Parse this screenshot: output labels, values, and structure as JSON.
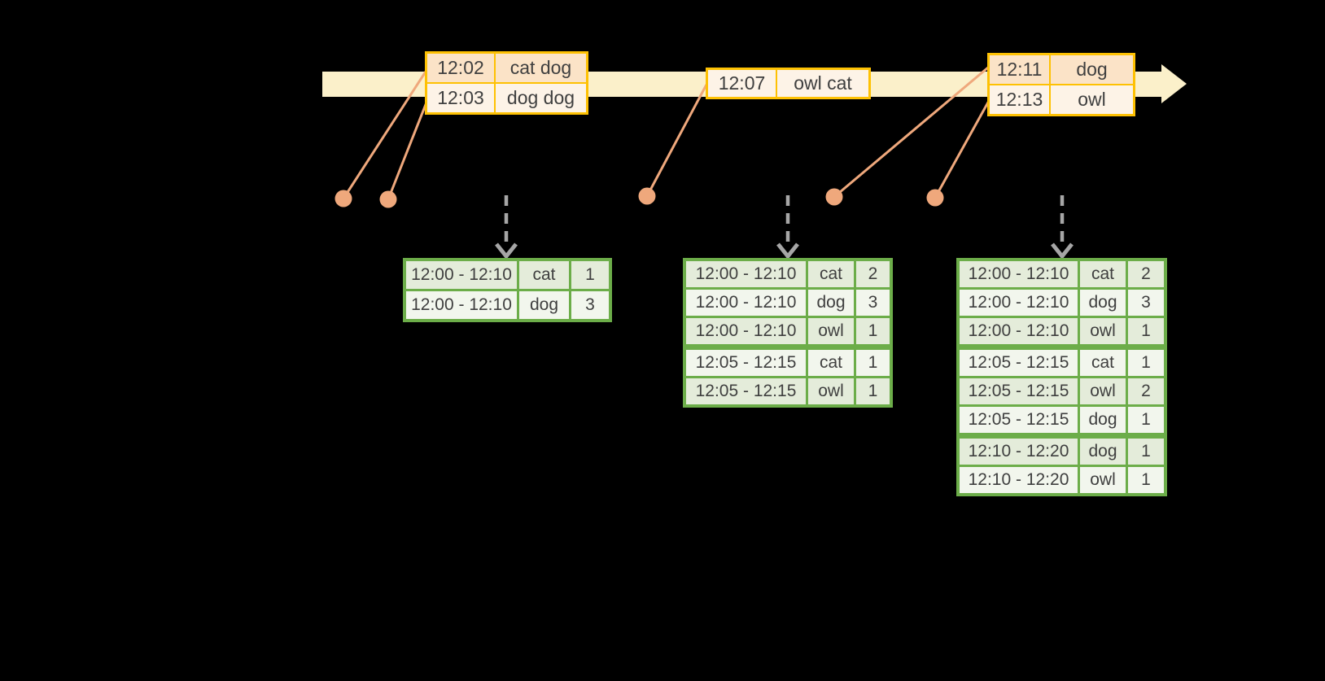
{
  "colors": {
    "background": "#000000",
    "timeline_fill": "#fbf0ca",
    "input_border": "#fec103",
    "input_row_dark_fill": "#fbe3c7",
    "input_row_light_fill": "#fdf3e7",
    "connector": "#efa87c",
    "trigger_arrow": "#a6a6a6",
    "result_border": "#6cad49",
    "result_row_dark_fill": "#e4ecda",
    "result_row_light_fill": "#f2f6ed",
    "text": "#3f3f3f"
  },
  "input_tables": [
    {
      "rows": [
        [
          "12:02",
          "cat dog"
        ],
        [
          "12:03",
          "dog dog"
        ]
      ],
      "shades": [
        "dark",
        "light"
      ]
    },
    {
      "rows": [
        [
          "12:07",
          "owl cat"
        ]
      ],
      "shades": [
        "light"
      ]
    },
    {
      "rows": [
        [
          "12:11",
          "dog"
        ],
        [
          "12:13",
          "owl"
        ]
      ],
      "shades": [
        "dark",
        "light"
      ]
    }
  ],
  "result_tables": [
    {
      "rows": [
        [
          "12:00 - 12:10",
          "cat",
          "1"
        ],
        [
          "12:00 - 12:10",
          "dog",
          "3"
        ]
      ],
      "group_starts": []
    },
    {
      "rows": [
        [
          "12:00 - 12:10",
          "cat",
          "2"
        ],
        [
          "12:00 - 12:10",
          "dog",
          "3"
        ],
        [
          "12:00 - 12:10",
          "owl",
          "1"
        ],
        [
          "12:05 - 12:15",
          "cat",
          "1"
        ],
        [
          "12:05 - 12:15",
          "owl",
          "1"
        ]
      ],
      "group_starts": [
        3
      ]
    },
    {
      "rows": [
        [
          "12:00 - 12:10",
          "cat",
          "2"
        ],
        [
          "12:00 - 12:10",
          "dog",
          "3"
        ],
        [
          "12:00 - 12:10",
          "owl",
          "1"
        ],
        [
          "12:05 - 12:15",
          "cat",
          "1"
        ],
        [
          "12:05 - 12:15",
          "owl",
          "2"
        ],
        [
          "12:05 - 12:15",
          "dog",
          "1"
        ],
        [
          "12:10 - 12:20",
          "dog",
          "1"
        ],
        [
          "12:10 - 12:20",
          "owl",
          "1"
        ]
      ],
      "group_starts": [
        3,
        6
      ]
    }
  ]
}
